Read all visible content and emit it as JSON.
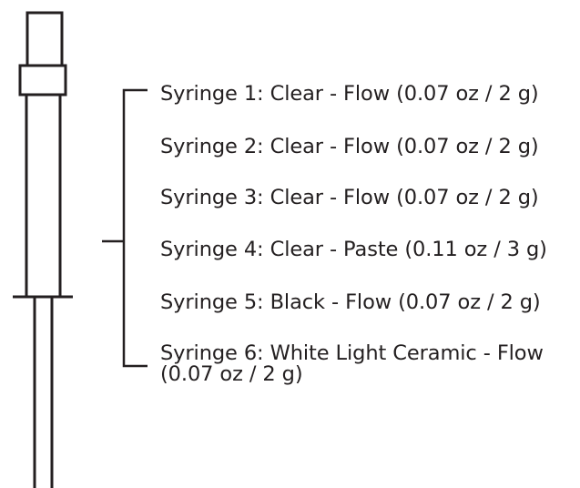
{
  "colors": {
    "line": "#231f20",
    "background": "#ffffff",
    "text": "#231f20"
  },
  "items": [
    {
      "label": "Syringe 1: Clear - Flow (0.07 oz / 2 g)"
    },
    {
      "label": "Syringe 2: Clear - Flow (0.07 oz / 2 g)"
    },
    {
      "label": "Syringe 3: Clear - Flow (0.07 oz / 2 g)"
    },
    {
      "label": "Syringe 4: Clear - Paste (0.11 oz / 3 g)"
    },
    {
      "label": "Syringe 5: Black - Flow (0.07 oz / 2 g)"
    },
    {
      "label": "Syringe 6: White Light Ceramic - Flow",
      "label_line2": "(0.07 oz / 2 g)"
    }
  ]
}
